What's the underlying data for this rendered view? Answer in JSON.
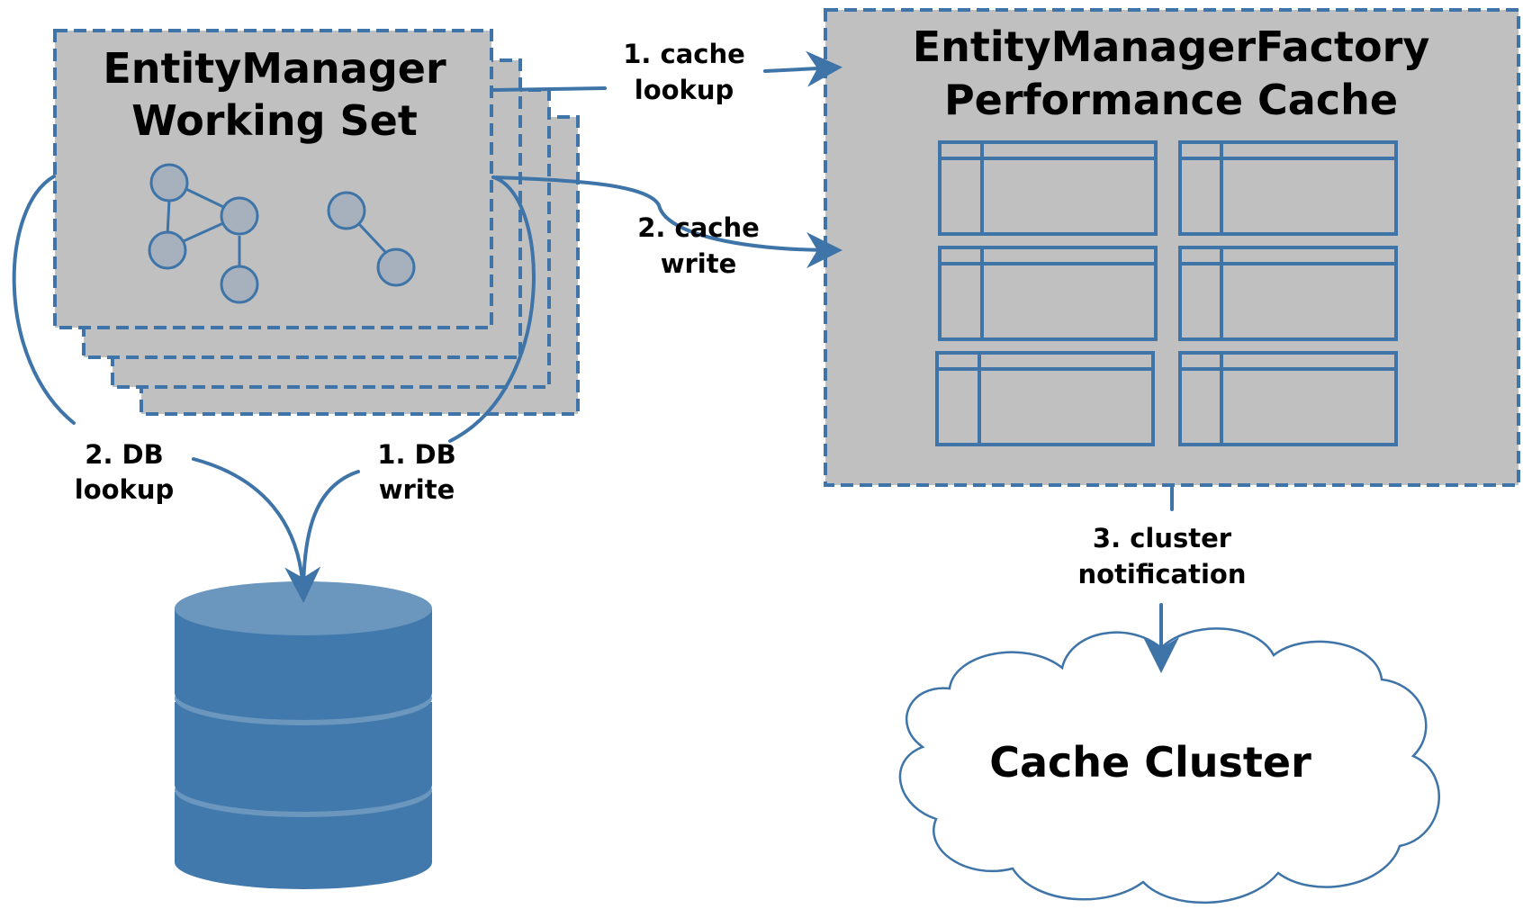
{
  "colors": {
    "accent": "#3e74a8",
    "panel_fill": "#c0c0c0",
    "node_fill": "#a6b1bd",
    "db_top": "#6b97be",
    "db_body": "#4279ad",
    "db_band": "#6b97be"
  },
  "working_set": {
    "title_line1": "EntityManager",
    "title_line2": "Working Set"
  },
  "factory_cache": {
    "title_line1": "EntityManagerFactory",
    "title_line2": "Performance Cache"
  },
  "cluster": {
    "label": "Cache Cluster"
  },
  "flows": {
    "cache_lookup": {
      "line1": "1. cache",
      "line2": "lookup"
    },
    "cache_write": {
      "line1": "2. cache",
      "line2": "write"
    },
    "db_lookup": {
      "line1": "2. DB",
      "line2": "lookup"
    },
    "db_write": {
      "line1": "1. DB",
      "line2": "write"
    },
    "cluster_notification": {
      "line1": "3. cluster",
      "line2": "notification"
    }
  },
  "icons": [
    "database-icon",
    "cloud-icon",
    "object-graph-icon",
    "table-icon"
  ]
}
